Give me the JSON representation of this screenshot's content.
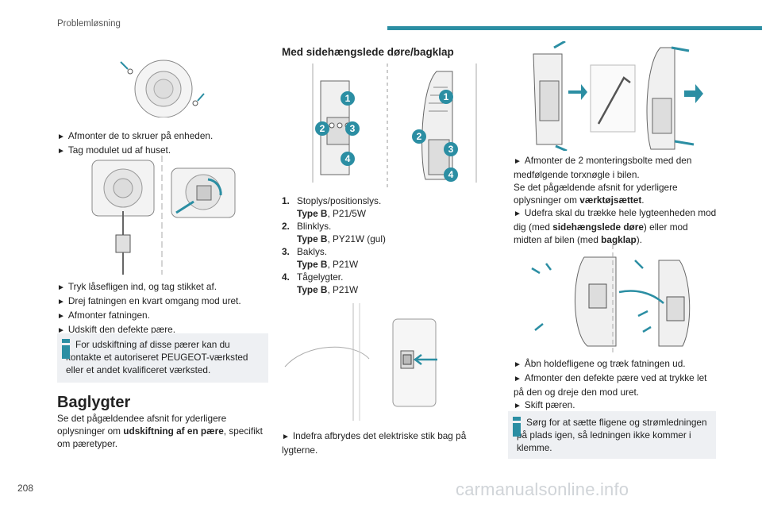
{
  "header": {
    "section": "Problemløsning"
  },
  "page_number": "208",
  "watermark": "carmanualsonline.info",
  "col1": {
    "steps_a": [
      "Afmonter de to skruer på enheden.",
      "Tag modulet ud af huset."
    ],
    "steps_b": [
      "Tryk låsefligen ind, og tag stikket af.",
      "Drej fatningen en kvart omgang mod uret.",
      "Afmonter fatningen.",
      "Udskift den defekte pære."
    ],
    "note": "For udskiftning af disse pærer kan du kontakte et autoriseret PEUGEOT-værksted eller et andet kvalificeret værksted.",
    "heading": "Baglygter",
    "intro_before": "Se det pågældendee afsnit for yderligere oplysninger om ",
    "intro_bold": "udskiftning af en pære",
    "intro_after": ", specifikt om pæretyper."
  },
  "col2": {
    "heading": "Med sidehængslede døre/bagklap",
    "callouts": [
      "1",
      "2",
      "3",
      "4"
    ],
    "bulbs": [
      {
        "num": "1.",
        "name": "Stoplys/positionslys.",
        "type_label": "Type B",
        "type_value": ", P21/5W"
      },
      {
        "num": "2.",
        "name": "Blinklys.",
        "type_label": "Type B",
        "type_value": ", PY21W (gul)"
      },
      {
        "num": "3.",
        "name": "Baklys.",
        "type_label": "Type B",
        "type_value": ", P21W"
      },
      {
        "num": "4.",
        "name": "Tågelygter.",
        "type_label": "Type B",
        "type_value": ", P21W"
      }
    ],
    "step": "Indefra afbrydes det elektriske stik bag på lygterne."
  },
  "col3": {
    "s1": "Afmonter de 2 monteringsbolte med den medfølgende torxnøgle i bilen.",
    "s2_before": "Se det pågældende afsnit for yderligere oplysninger om ",
    "s2_bold": "værktøjsættet",
    "s2_after": ".",
    "s3_before": "Udefra skal du trække hele lygteenheden mod dig (med ",
    "s3_bold1": "sidehængslede døre",
    "s3_mid": ") eller mod midten af bilen (med ",
    "s3_bold2": "bagklap",
    "s3_after": ").",
    "steps_b": [
      "Åbn holdefligene og træk fatningen ud.",
      "Afmonter den defekte pære ved at trykke let på den og dreje den mod uret.",
      "Skift pæren."
    ],
    "note": "Sørg for at sætte fligene og strømledningen på plads igen, så ledningen ikke kommer i klemme."
  },
  "colors": {
    "accent": "#2b8ea3",
    "note_bg": "#eef0f3"
  }
}
